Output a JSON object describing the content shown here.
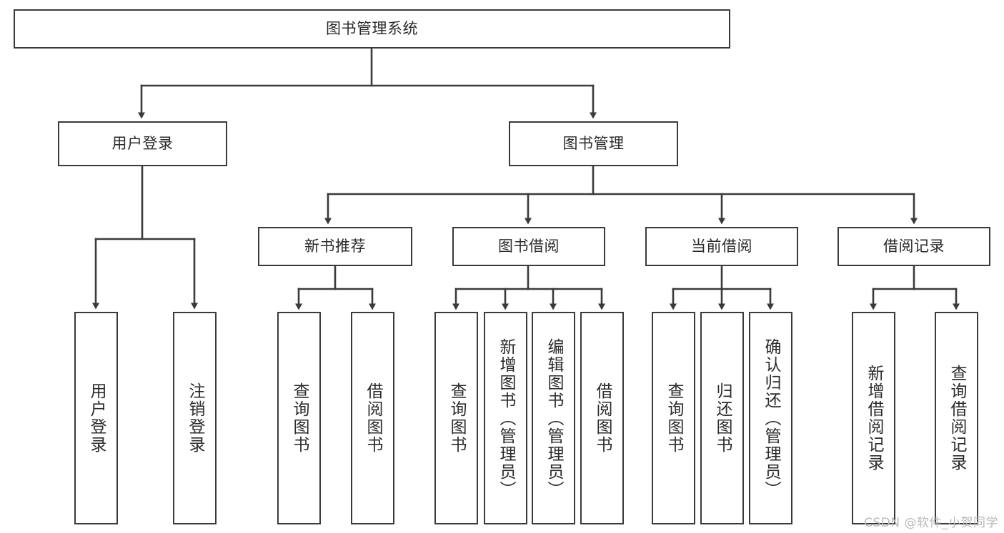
{
  "diagram": {
    "title": "图书管理系统",
    "type": "tree-hierarchy",
    "root": {
      "id": "root",
      "label": "图书管理系统"
    },
    "level2": [
      {
        "id": "user-login",
        "label": "用户登录"
      },
      {
        "id": "book-manage",
        "label": "图书管理"
      }
    ],
    "level3": [
      {
        "id": "new-book-recommend",
        "label": "新书推荐",
        "parent": "book-manage"
      },
      {
        "id": "book-borrow",
        "label": "图书借阅",
        "parent": "book-manage"
      },
      {
        "id": "current-borrow",
        "label": "当前借阅",
        "parent": "book-manage"
      },
      {
        "id": "borrow-record",
        "label": "借阅记录",
        "parent": "book-manage"
      }
    ],
    "leaves": [
      {
        "id": "leaf-user-login",
        "label": "用户登录",
        "parent": "user-login"
      },
      {
        "id": "leaf-logout-login",
        "label": "注销登录",
        "parent": "user-login"
      },
      {
        "id": "leaf-query-book-1",
        "label": "查询图书",
        "parent": "new-book-recommend"
      },
      {
        "id": "leaf-borrow-book-1",
        "label": "借阅图书",
        "parent": "new-book-recommend"
      },
      {
        "id": "leaf-query-book-2",
        "label": "查询图书",
        "parent": "book-borrow"
      },
      {
        "id": "leaf-add-book",
        "label": "新增图书（管理员）",
        "parent": "book-borrow"
      },
      {
        "id": "leaf-edit-book",
        "label": "编辑图书（管理员）",
        "parent": "book-borrow"
      },
      {
        "id": "leaf-borrow-book-2",
        "label": "借阅图书",
        "parent": "book-borrow"
      },
      {
        "id": "leaf-query-book-3",
        "label": "查询图书",
        "parent": "current-borrow"
      },
      {
        "id": "leaf-return-book",
        "label": "归还图书",
        "parent": "current-borrow"
      },
      {
        "id": "leaf-confirm-return",
        "label": "确认归还（管理员）",
        "parent": "current-borrow"
      },
      {
        "id": "leaf-add-record",
        "label": "新增借阅记录",
        "parent": "borrow-record"
      },
      {
        "id": "leaf-query-record",
        "label": "查询借阅记录",
        "parent": "borrow-record"
      }
    ],
    "colors": {
      "stroke": "#3a3a3a",
      "fill": "#ffffff",
      "text": "#2b2b2b",
      "watermark": "#b9b9b9"
    }
  },
  "watermark": {
    "text": "CSDN @软件_小贺同学"
  }
}
